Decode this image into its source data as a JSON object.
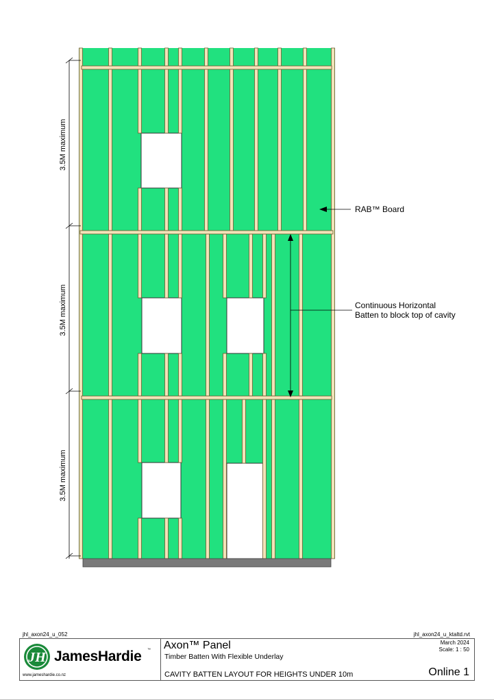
{
  "diagram": {
    "dimension_labels": [
      "3.5M maximum",
      "3.5M maximum",
      "3.5M maximum"
    ],
    "callouts": {
      "board": "RAB™ Board",
      "batten_line1": "Continuous Horizontal",
      "batten_line2": "Batten to block top of cavity"
    },
    "colors": {
      "board": "#21e17f",
      "batten": "#f2e3b8",
      "batten_edge": "#6b5a2f",
      "base": "#7a7a7a",
      "opening": "#ffffff"
    }
  },
  "title_block": {
    "drawing_ref_left": "jhl_axon24_u_052",
    "drawing_ref_right": "jhl_axon24_u_ktaltd.rvt",
    "brand": "JamesHardie",
    "brand_tm": "™",
    "website": "www.jameshardie.co.nz",
    "product": "Axon™ Panel",
    "subtitle": "Timber Batten With Flexible Underlay",
    "sheet_title": "CAVITY BATTEN LAYOUT FOR HEIGHTS UNDER 10m",
    "date": "March 2024",
    "scale": "Scale: 1 : 50",
    "issue": "Online 1",
    "logo_icon": "jh-logo-icon"
  }
}
